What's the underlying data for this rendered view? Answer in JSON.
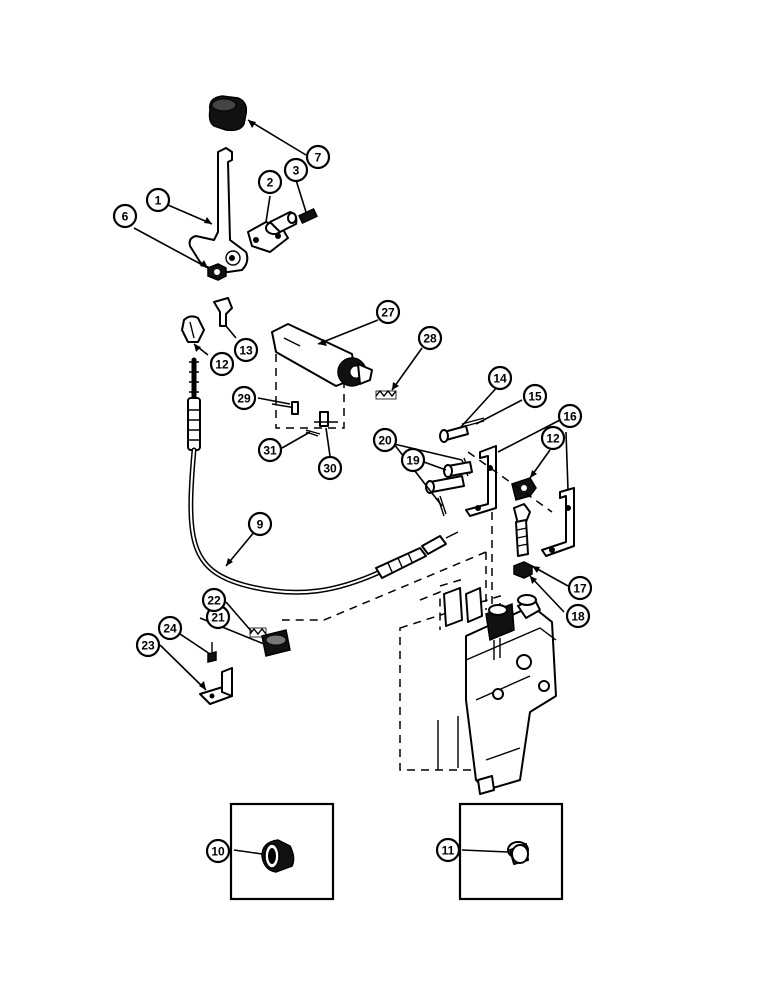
{
  "diagram": {
    "callouts": [
      {
        "id": "1",
        "label": "1"
      },
      {
        "id": "2",
        "label": "2"
      },
      {
        "id": "3",
        "label": "3"
      },
      {
        "id": "6",
        "label": "6"
      },
      {
        "id": "7",
        "label": "7"
      },
      {
        "id": "9",
        "label": "9"
      },
      {
        "id": "10",
        "label": "10"
      },
      {
        "id": "11",
        "label": "11"
      },
      {
        "id": "12a",
        "label": "12"
      },
      {
        "id": "12b",
        "label": "12"
      },
      {
        "id": "13",
        "label": "13"
      },
      {
        "id": "14",
        "label": "14"
      },
      {
        "id": "15",
        "label": "15"
      },
      {
        "id": "16",
        "label": "16"
      },
      {
        "id": "17",
        "label": "17"
      },
      {
        "id": "18",
        "label": "18"
      },
      {
        "id": "19",
        "label": "19"
      },
      {
        "id": "20",
        "label": "20"
      },
      {
        "id": "21",
        "label": "21"
      },
      {
        "id": "22",
        "label": "22"
      },
      {
        "id": "23",
        "label": "23"
      },
      {
        "id": "24",
        "label": "24"
      },
      {
        "id": "27",
        "label": "27"
      },
      {
        "id": "28",
        "label": "28"
      },
      {
        "id": "29",
        "label": "29"
      },
      {
        "id": "30",
        "label": "30"
      },
      {
        "id": "31",
        "label": "31"
      }
    ]
  }
}
